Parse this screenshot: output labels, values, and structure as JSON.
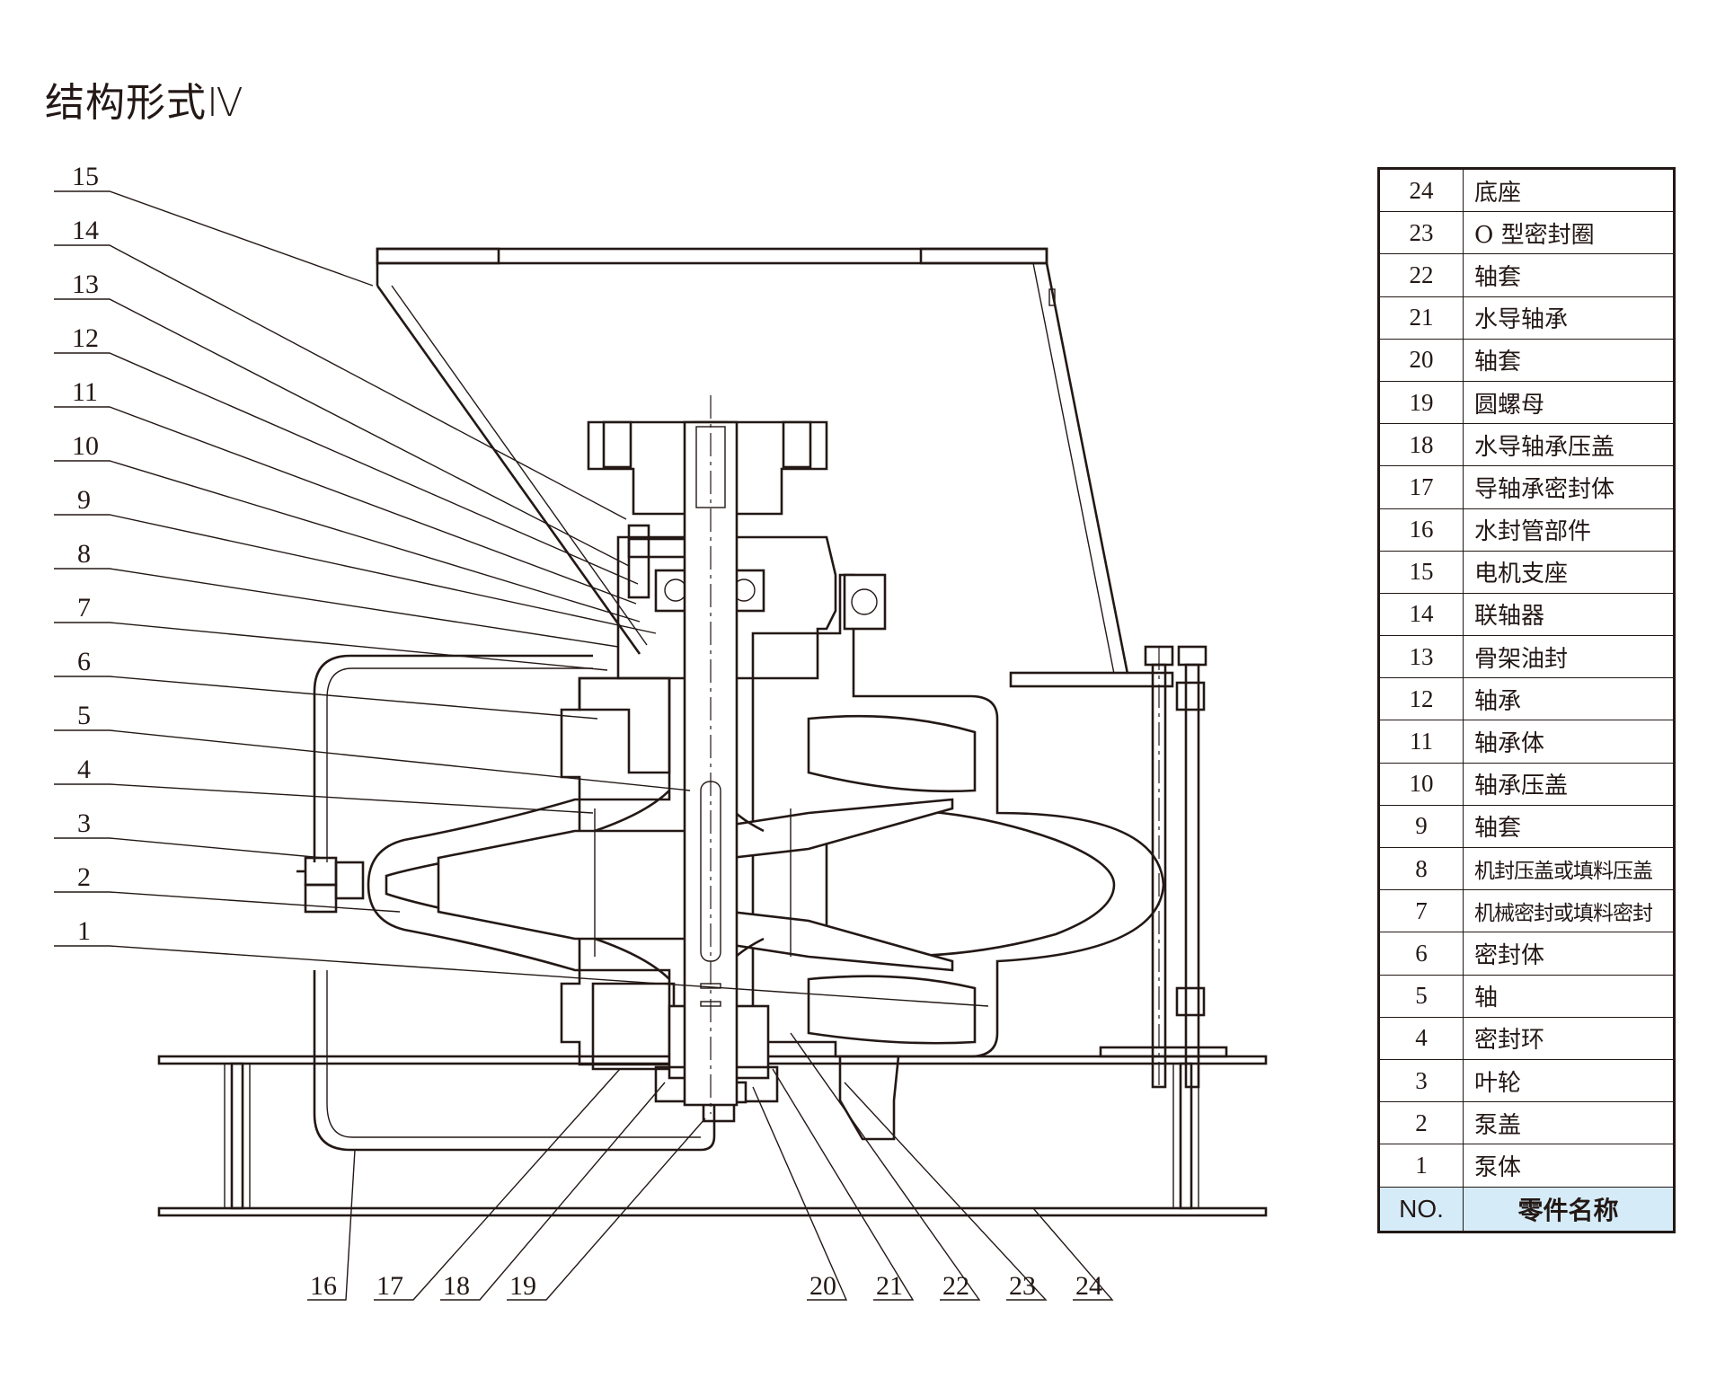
{
  "title": "结构形式Ⅳ",
  "callouts_left": [
    "15",
    "14",
    "13",
    "12",
    "11",
    "10",
    "9",
    "8",
    "7",
    "6",
    "5",
    "4",
    "3",
    "2",
    "1"
  ],
  "callouts_bottom": [
    "16",
    "17",
    "18",
    "19",
    "20",
    "21",
    "22",
    "23",
    "24"
  ],
  "parts_table": {
    "header": {
      "no": "NO.",
      "name": "零件名称"
    },
    "rows": [
      {
        "no": "24",
        "name": "底座"
      },
      {
        "no": "23",
        "name": "O 型密封圈"
      },
      {
        "no": "22",
        "name": "轴套"
      },
      {
        "no": "21",
        "name": "水导轴承"
      },
      {
        "no": "20",
        "name": "轴套"
      },
      {
        "no": "19",
        "name": "圆螺母"
      },
      {
        "no": "18",
        "name": "水导轴承压盖"
      },
      {
        "no": "17",
        "name": "导轴承密封体"
      },
      {
        "no": "16",
        "name": "水封管部件"
      },
      {
        "no": "15",
        "name": "电机支座"
      },
      {
        "no": "14",
        "name": "联轴器"
      },
      {
        "no": "13",
        "name": "骨架油封"
      },
      {
        "no": "12",
        "name": "轴承"
      },
      {
        "no": "11",
        "name": "轴承体"
      },
      {
        "no": "10",
        "name": "轴承压盖"
      },
      {
        "no": "9",
        "name": "轴套"
      },
      {
        "no": "8",
        "name": "机封压盖或填料压盖"
      },
      {
        "no": "7",
        "name": "机械密封或填料密封"
      },
      {
        "no": "6",
        "name": "密封体"
      },
      {
        "no": "5",
        "name": "轴"
      },
      {
        "no": "4",
        "name": "密封环"
      },
      {
        "no": "3",
        "name": "叶轮"
      },
      {
        "no": "2",
        "name": "泵盖"
      },
      {
        "no": "1",
        "name": "泵体"
      }
    ]
  }
}
